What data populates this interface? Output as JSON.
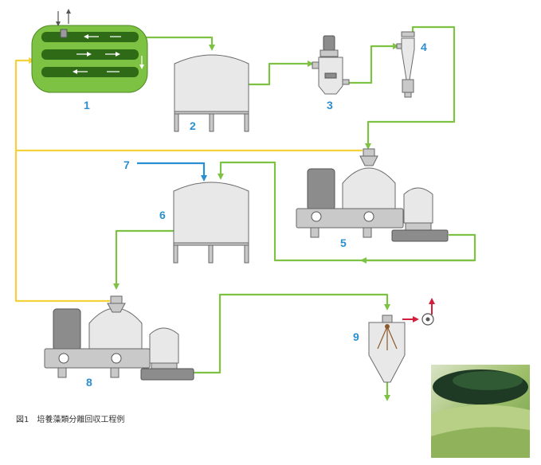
{
  "labels": {
    "n1": "1",
    "n2": "2",
    "n3": "3",
    "n4": "4",
    "n5": "5",
    "n6": "6",
    "n7": "7",
    "n8": "8",
    "n9": "9"
  },
  "caption": "図1　培養藻類分離回収工程例",
  "colors": {
    "green_pipe": "#7dc242",
    "yellow_pipe": "#f5d23b",
    "blue_pipe": "#2a8fd0",
    "red_pipe": "#d21f3c",
    "number_label": "#2a8fd0",
    "algae_powder": "#6fa04a"
  },
  "icons": [
    "culture-pond-icon",
    "tank-icon",
    "mixer-icon",
    "cyclone-icon",
    "separator-icon",
    "spray-dryer-icon",
    "fan-icon",
    "powder-photo"
  ]
}
